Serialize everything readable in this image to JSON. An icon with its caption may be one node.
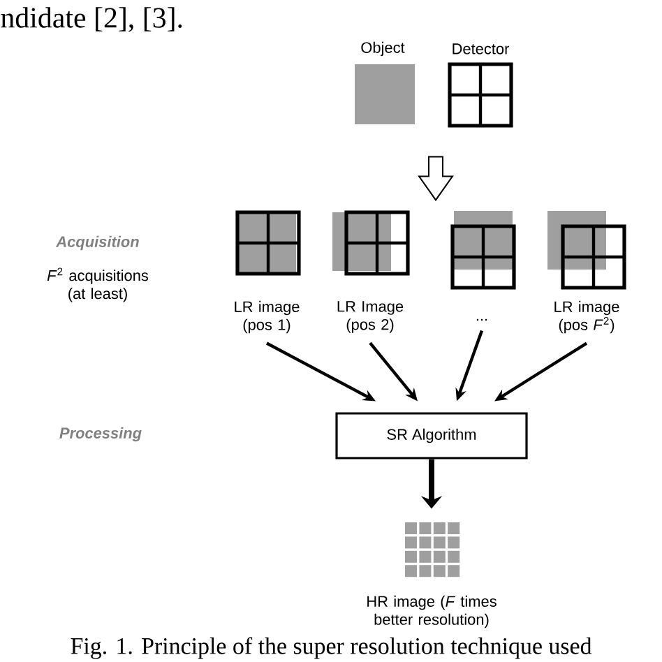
{
  "diagram": {
    "caption": "Fig. 1.  Principle of the super resolution technique used",
    "nodes": [
      {
        "text": [
          "Object"
        ]
      },
      {
        "text": [
          "Detector"
        ]
      },
      {
        "text": [
          "LR image (pos 1)"
        ]
      },
      {
        "text": [
          "LR Image (pos 2)"
        ]
      },
      {
        "text": [
          "..."
        ]
      },
      {
        "text": [
          "LR image (pos *F*$^{2}$)"
        ]
      },
      {
        "text": [
          "SR Algorithm"
        ]
      },
      {
        "text": [
          "HR image (*F* times better resolution)"
        ]
      }
    ],
    "edges": [
      {
        "from": 1,
        "to": 4,
        "arrow": "to"
      },
      {
        "from": 2,
        "to": 6,
        "arrow": "to"
      },
      {
        "from": 3,
        "to": 6,
        "arrow": "to"
      },
      {
        "from": 4,
        "to": 6,
        "arrow": "to"
      },
      {
        "from": 5,
        "to": 6,
        "arrow": "to"
      },
      {
        "from": 6,
        "to": 7,
        "arrow": "to",
        "style": "thick"
      }
    ],
    "labels": [
      "ndidate [2], [3].",
      "Acquisition",
      "*F*$^{2}$ acquisitions (at least)",
      "Processing"
    ]
  }
}
